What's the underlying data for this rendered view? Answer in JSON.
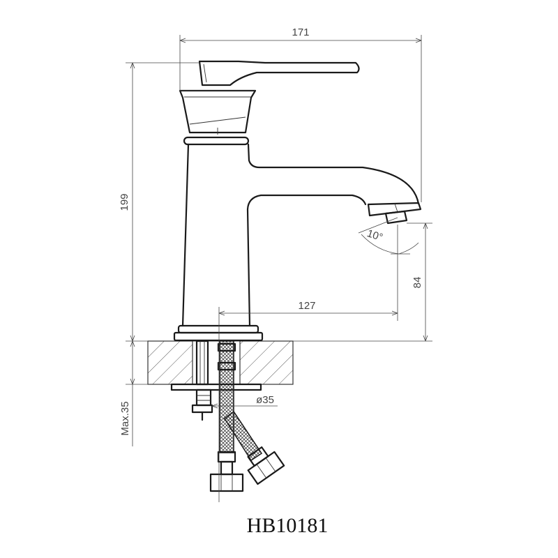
{
  "model_code": "HB10181",
  "dimensions": {
    "overall_width": "171",
    "overall_height": "199",
    "spout_reach": "127",
    "outlet_height": "84",
    "spout_angle": "10°",
    "mounting_hole": "ø35",
    "max_deck_thickness": "Max.35"
  }
}
